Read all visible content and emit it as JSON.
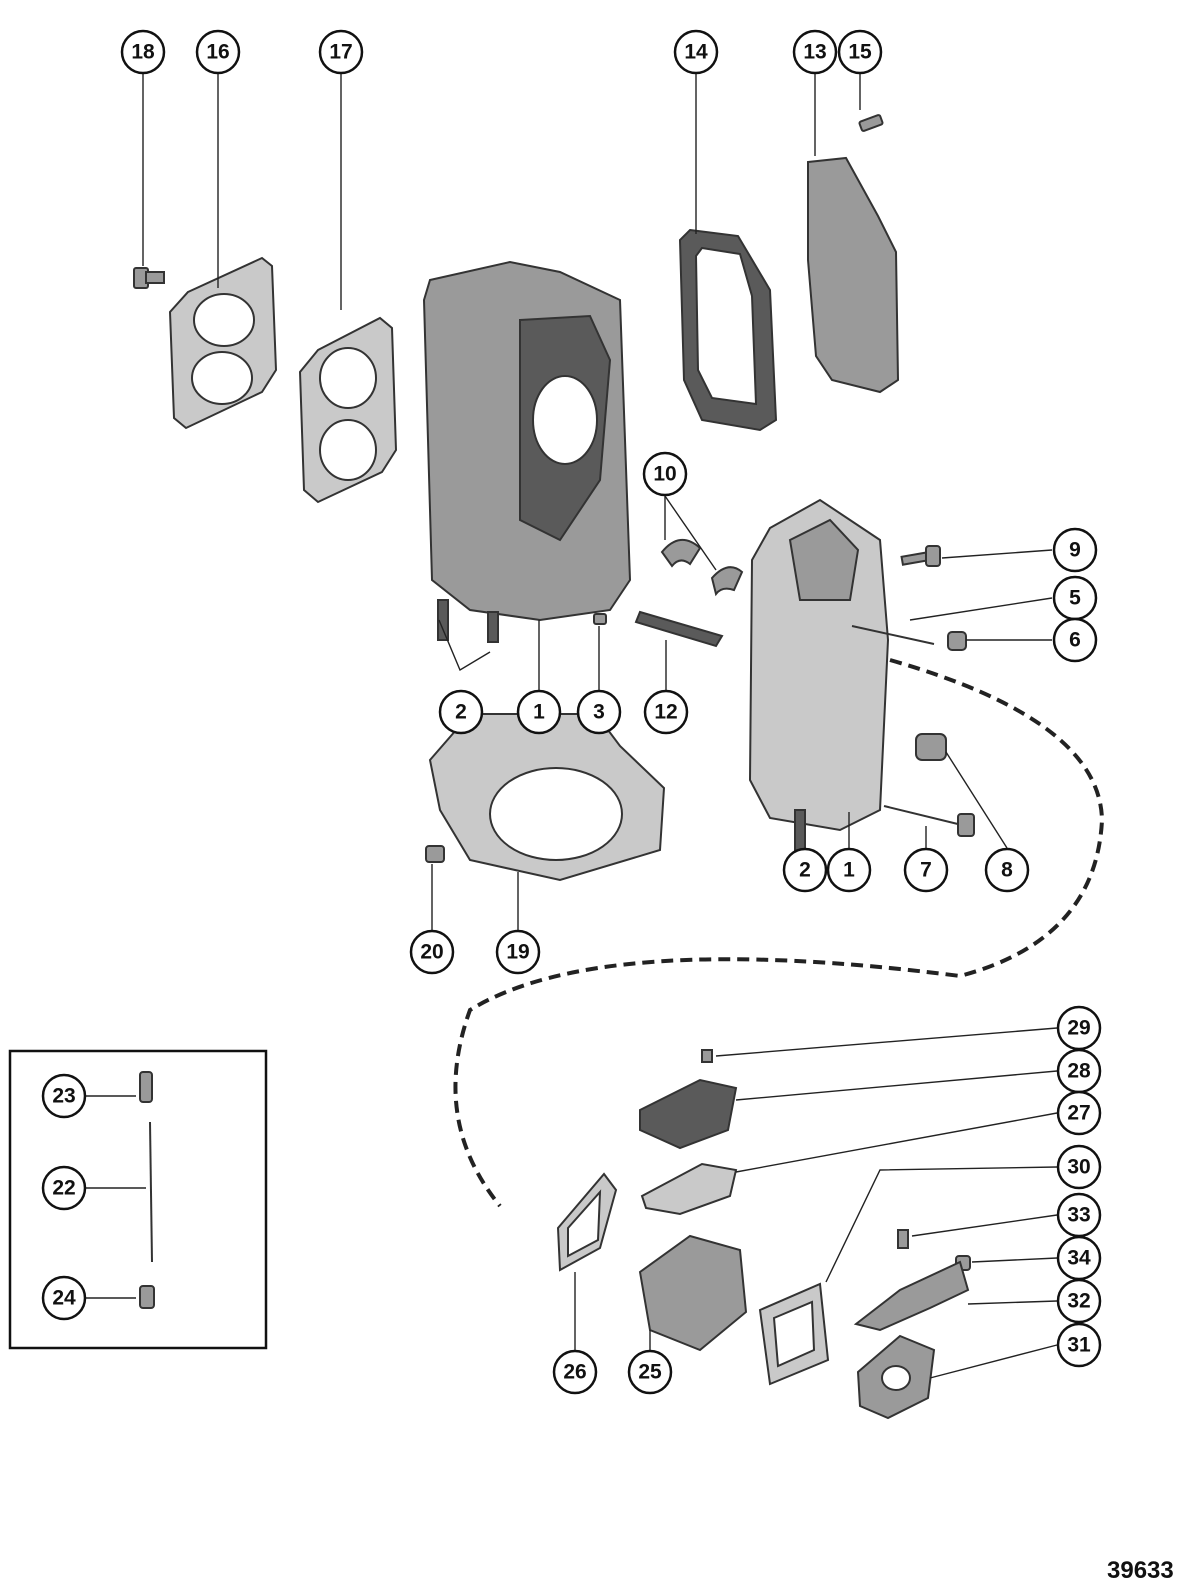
{
  "figure_number": "39633",
  "callouts": [
    {
      "id": "c18",
      "label": "18"
    },
    {
      "id": "c16",
      "label": "16"
    },
    {
      "id": "c17",
      "label": "17"
    },
    {
      "id": "c14",
      "label": "14"
    },
    {
      "id": "c13",
      "label": "13"
    },
    {
      "id": "c15",
      "label": "15"
    },
    {
      "id": "c10",
      "label": "10"
    },
    {
      "id": "c9",
      "label": "9"
    },
    {
      "id": "c5",
      "label": "5"
    },
    {
      "id": "c6",
      "label": "6"
    },
    {
      "id": "c2a",
      "label": "2"
    },
    {
      "id": "c1a",
      "label": "1"
    },
    {
      "id": "c3",
      "label": "3"
    },
    {
      "id": "c12",
      "label": "12"
    },
    {
      "id": "c2b",
      "label": "2"
    },
    {
      "id": "c1b",
      "label": "1"
    },
    {
      "id": "c7",
      "label": "7"
    },
    {
      "id": "c8",
      "label": "8"
    },
    {
      "id": "c20",
      "label": "20"
    },
    {
      "id": "c19",
      "label": "19"
    },
    {
      "id": "c29",
      "label": "29"
    },
    {
      "id": "c28",
      "label": "28"
    },
    {
      "id": "c27",
      "label": "27"
    },
    {
      "id": "c30",
      "label": "30"
    },
    {
      "id": "c33",
      "label": "33"
    },
    {
      "id": "c34",
      "label": "34"
    },
    {
      "id": "c32",
      "label": "32"
    },
    {
      "id": "c31",
      "label": "31"
    },
    {
      "id": "c26",
      "label": "26"
    },
    {
      "id": "c25",
      "label": "25"
    },
    {
      "id": "c23",
      "label": "23"
    },
    {
      "id": "c22",
      "label": "22"
    },
    {
      "id": "c24",
      "label": "24"
    }
  ]
}
